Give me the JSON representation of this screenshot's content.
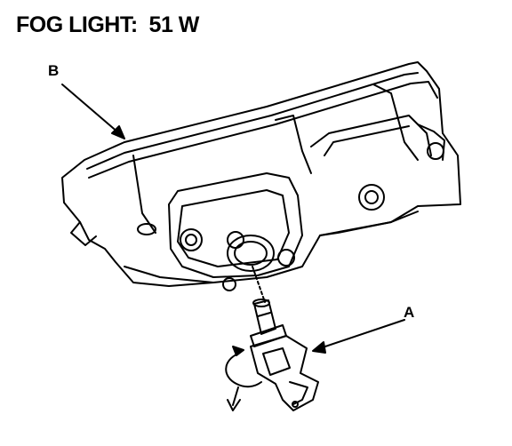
{
  "heading": {
    "text": "FOG LIGHT:  51 W"
  },
  "callouts": {
    "a": "A",
    "b": "B"
  },
  "colors": {
    "ink": "#000000",
    "paper": "#ffffff"
  }
}
